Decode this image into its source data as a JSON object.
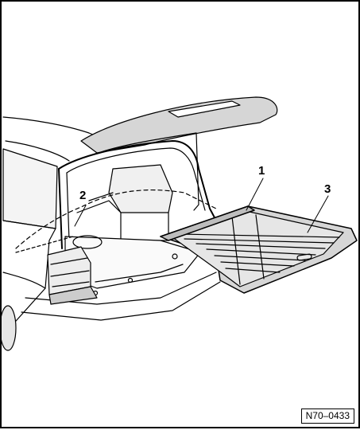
{
  "diagram": {
    "callouts": [
      {
        "id": "1",
        "label": "1"
      },
      {
        "id": "2",
        "label": "2"
      },
      {
        "id": "3",
        "label": "3"
      }
    ],
    "figure_code": "N70–0433"
  },
  "colors": {
    "line": "#000000",
    "tint": "#d6d6d6",
    "light_tint": "#e6e6e6",
    "background": "#ffffff"
  }
}
